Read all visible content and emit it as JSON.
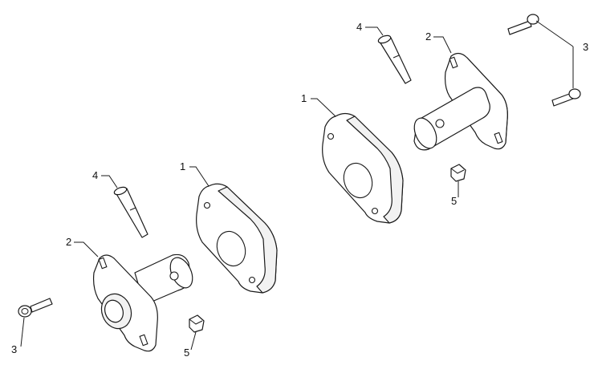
{
  "callouts": {
    "c1_left": "1",
    "c1_right": "1",
    "c2_left": "2",
    "c2_right": "2",
    "c3_left": "3",
    "c3_right": "3",
    "c4_left": "4",
    "c4_right": "4",
    "c5_left": "5",
    "c5_right": "5"
  },
  "colors": {
    "line": "#1a1a1a",
    "fill": "#ffffff",
    "background": "#ffffff"
  }
}
